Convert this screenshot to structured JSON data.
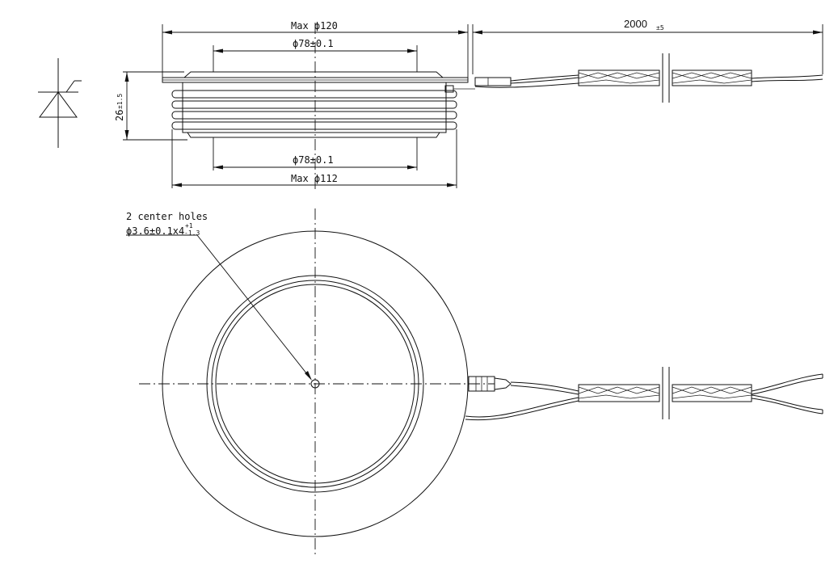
{
  "side_view": {
    "max_outer_diameter_label": "Max ϕ120",
    "pole_face_top_label": "ϕ78±0.1",
    "pole_face_bottom_label": "ϕ78±0.1",
    "max_body_diameter_label": "Max ϕ112",
    "height_value": "26",
    "height_tolerance": "±1.5"
  },
  "lead": {
    "length_value": "2000",
    "length_tolerance": "±5"
  },
  "top_view": {
    "note_line_1": "2 center holes",
    "note_line_2_main": "ϕ3.6±0.1x4",
    "tol_upper": "+1",
    "tol_lower": "-1.3"
  },
  "colors": {
    "line": "#111111",
    "background": "#ffffff"
  },
  "symbol": {
    "icon": "thyristor-symbol-icon"
  }
}
